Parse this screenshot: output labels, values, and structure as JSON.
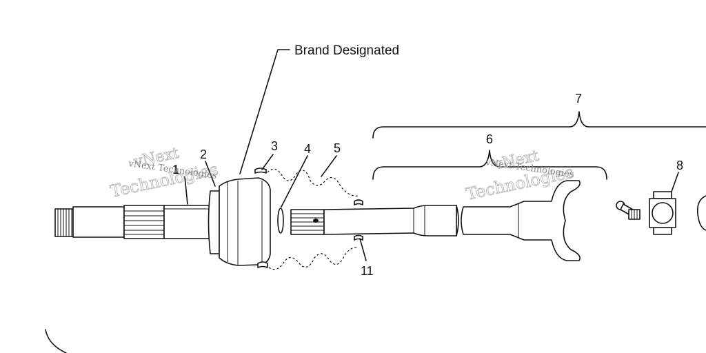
{
  "diagram": {
    "brand_label": "Brand Designated",
    "callouts": {
      "c1": "1",
      "c2": "2",
      "c3": "3",
      "c4": "4",
      "c5": "5",
      "c6": "6",
      "c7": "7",
      "c8": "8",
      "c11": "11"
    },
    "watermark": {
      "line1": "vNext",
      "line2": "Technologies",
      "small": "vNext Technologies"
    }
  }
}
